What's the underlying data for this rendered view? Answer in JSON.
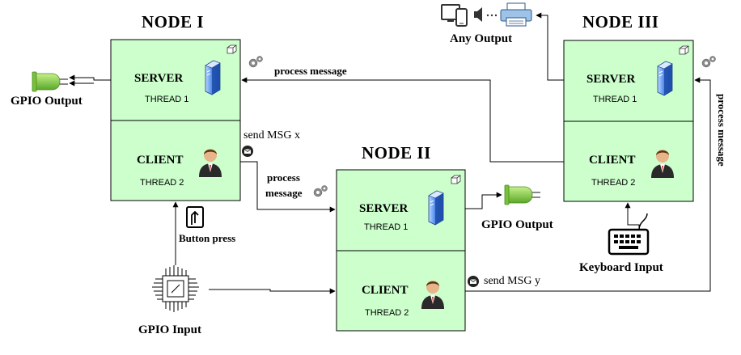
{
  "nodes": {
    "node1": {
      "title": "NODE I",
      "server": "SERVER",
      "server_thread": "THREAD 1",
      "client": "CLIENT",
      "client_thread": "THREAD 2"
    },
    "node2": {
      "title": "NODE II",
      "server": "SERVER",
      "server_thread": "THREAD 1",
      "client": "CLIENT",
      "client_thread": "THREAD 2"
    },
    "node3": {
      "title": "NODE III",
      "server": "SERVER",
      "server_thread": "THREAD 1",
      "client": "CLIENT",
      "client_thread": "THREAD 2"
    }
  },
  "labels": {
    "gpio_output_left": "GPIO Output",
    "gpio_output_mid": "GPIO Output",
    "any_output": "Any Output",
    "keyboard_input": "Keyboard Input",
    "gpio_input": "GPIO Input",
    "button_press": "Button press",
    "process_message_top": "process message",
    "process_message_mid_1": "process",
    "process_message_mid_2": "message",
    "process_message_right": "process message",
    "send_msg_x": "send MSG x",
    "send_msg_y": "send MSG y"
  },
  "colors": {
    "node_fill": "#ccffcc",
    "node_stroke": "#000000",
    "led_green": "#66cc33"
  },
  "icons": [
    "server-tower-icon",
    "user-avatar-icon",
    "gear-icon",
    "led-icon",
    "envelope-icon",
    "button-press-icon",
    "chip-icon",
    "keyboard-icon",
    "monitor-icon",
    "phone-icon",
    "speaker-icon",
    "printer-icon",
    "cube-icon"
  ]
}
